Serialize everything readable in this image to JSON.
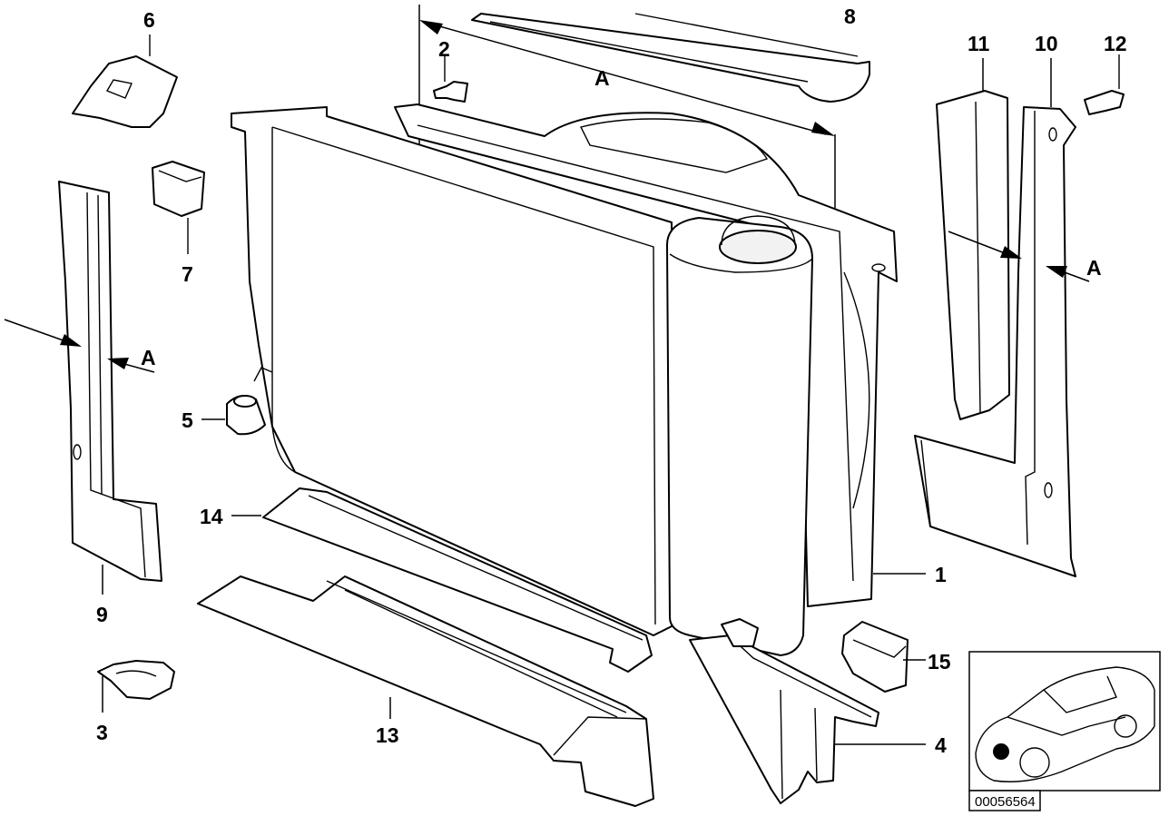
{
  "diagram": {
    "callouts": [
      {
        "id": "c1",
        "label": "1"
      },
      {
        "id": "c2",
        "label": "2"
      },
      {
        "id": "c3",
        "label": "3"
      },
      {
        "id": "c4",
        "label": "4"
      },
      {
        "id": "c5",
        "label": "5"
      },
      {
        "id": "c6",
        "label": "6"
      },
      {
        "id": "c7",
        "label": "7"
      },
      {
        "id": "c8",
        "label": "8"
      },
      {
        "id": "c9",
        "label": "9"
      },
      {
        "id": "c10",
        "label": "10"
      },
      {
        "id": "c11",
        "label": "11"
      },
      {
        "id": "c12",
        "label": "12"
      },
      {
        "id": "c13",
        "label": "13"
      },
      {
        "id": "c14",
        "label": "14"
      },
      {
        "id": "c15",
        "label": "15"
      }
    ],
    "section_marker": "A",
    "diagram_code": "00056564",
    "colors": {
      "line": "#000000",
      "background": "#ffffff",
      "location_dot": "#000000"
    }
  }
}
